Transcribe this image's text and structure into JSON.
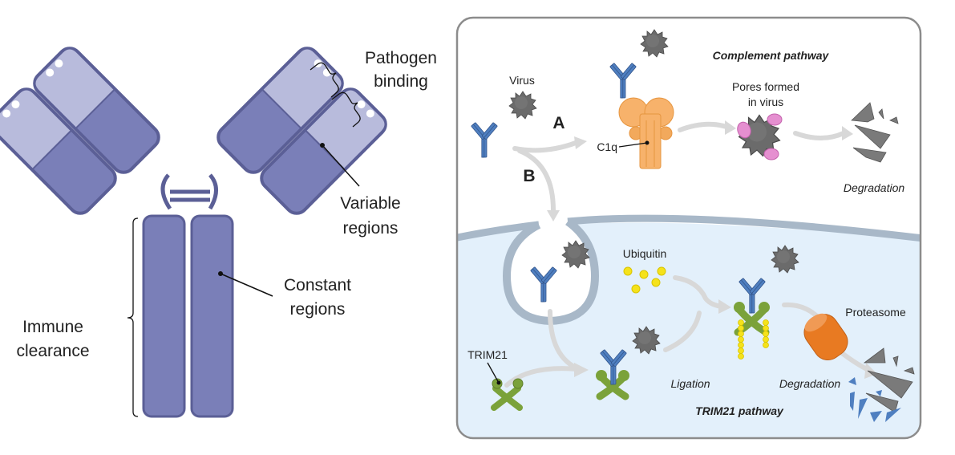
{
  "antibody_structure": {
    "labels": {
      "pathogen_binding": [
        "Pathogen",
        "binding"
      ],
      "variable_regions": [
        "Variable",
        "regions"
      ],
      "constant_regions": [
        "Constant",
        "regions"
      ],
      "immune_clearance": [
        "Immune",
        "clearance"
      ]
    },
    "colors": {
      "dark_domain": "#7a7fb8",
      "light_domain": "#b8bbdc",
      "outline": "#5b5f96"
    }
  },
  "pathways": {
    "labels": {
      "virus": "Virus",
      "route_a": "A",
      "route_b": "B",
      "c1q": "C1q",
      "complement_pathway": "Complement pathway",
      "pores_formed": [
        "Pores formed",
        "in virus"
      ],
      "degradation_top": "Degradation",
      "ubiquitin": "Ubiquitin",
      "trim21": "TRIM21",
      "ligation": "Ligation",
      "proteasome": "Proteasome",
      "degradation_bottom": "Degradation",
      "trim21_pathway": "TRIM21 pathway"
    },
    "colors": {
      "antibody": "#4f7fc0",
      "virus": "#6b6b6b",
      "c1q": "#f7b26b",
      "pore": "#e58fd0",
      "trim21": "#7ba23a",
      "ubiquitin": "#f5e21b",
      "proteasome": "#e87a22",
      "cytoplasm": "#e3f0fb",
      "membrane": "#a8b8c8",
      "arrow": "#d8d8d8",
      "panel_border": "#8c8c8c"
    }
  }
}
